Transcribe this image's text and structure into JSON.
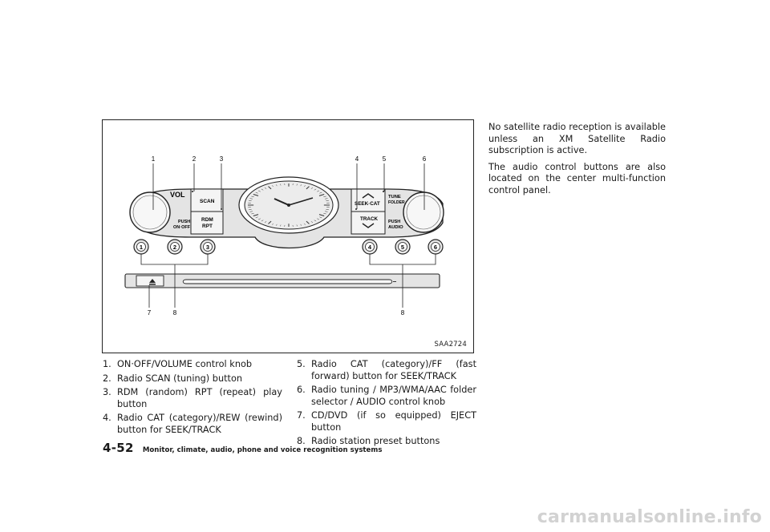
{
  "figure": {
    "code": "SAA2724",
    "callouts": [
      "1",
      "2",
      "3",
      "4",
      "5",
      "6",
      "7",
      "8",
      "8"
    ],
    "panel_labels": {
      "vol": "VOL",
      "push_on_off_1": "PUSH",
      "push_on_off_2": "ON·OFF",
      "scan": "SCAN",
      "rdm": "RDM",
      "rpt": "RPT",
      "seek_cat": "SEEK·CAT",
      "track": "TRACK",
      "tune": "TUNE",
      "folder": "FOLDER",
      "push_audio_1": "PUSH",
      "push_audio_2": "AUDIO"
    },
    "presets": [
      "1",
      "2",
      "3",
      "4",
      "5",
      "6"
    ]
  },
  "legend": [
    {
      "num": "1.",
      "text": "ON·OFF/VOLUME control knob"
    },
    {
      "num": "2.",
      "text": "Radio SCAN (tuning) button"
    },
    {
      "num": "3.",
      "text": "RDM (random) RPT (repeat) play button"
    },
    {
      "num": "4.",
      "text": "Radio CAT (category)/REW (rewind) button for SEEK/TRACK"
    },
    {
      "num": "5.",
      "text": "Radio CAT (category)/FF (fast forward) button for SEEK/TRACK"
    },
    {
      "num": "6.",
      "text": "Radio tuning / MP3/WMA/AAC folder selector / AUDIO control knob"
    },
    {
      "num": "7.",
      "text": "CD/DVD (if so equipped) EJECT button"
    },
    {
      "num": "8.",
      "text": "Radio station preset buttons"
    }
  ],
  "side_text": [
    "No satellite radio reception is available unless an XM Satellite Radio subscription is active.",
    "The audio control buttons are also located on the center multi-function control panel."
  ],
  "footer": {
    "page_number": "4-52",
    "chapter": "Monitor, climate, audio, phone and voice recognition systems"
  },
  "watermark": "carmanualsonline.info",
  "colors": {
    "panel_fill": "#e4e4e4",
    "button_fill": "#f4f4f4",
    "knob_fill": "#f7f7f7",
    "line": "#222222",
    "watermark": "#d2d2d2"
  }
}
